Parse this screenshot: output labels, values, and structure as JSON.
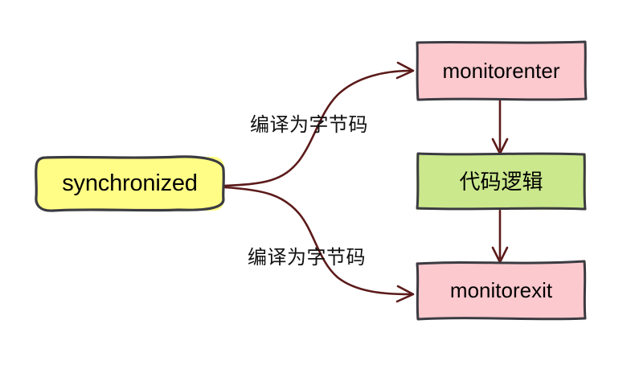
{
  "diagram": {
    "title_text": "",
    "background_color": "#ffffff",
    "stroke_color": "#5c1a1a",
    "border_color": "#3b3b42",
    "nodes": [
      {
        "id": "synchronized",
        "label": "synchronized",
        "shape": "rounded-rectangle",
        "fill": "#fffd86"
      },
      {
        "id": "monitorenter",
        "label": "monitorenter",
        "shape": "rectangle",
        "fill": "#fcc9ce"
      },
      {
        "id": "code-logic",
        "label": "代码逻辑",
        "shape": "rectangle",
        "fill": "#cbe88c"
      },
      {
        "id": "monitorexit",
        "label": "monitorexit",
        "shape": "rectangle",
        "fill": "#fcc9ce"
      }
    ],
    "edges": [
      {
        "from": "synchronized",
        "to": "monitorenter",
        "label": "编译为字节码",
        "style": "curved-arrow"
      },
      {
        "from": "synchronized",
        "to": "monitorexit",
        "label": "编译为字节码",
        "style": "curved-arrow"
      },
      {
        "from": "monitorenter",
        "to": "code-logic",
        "label": "",
        "style": "straight-arrow"
      },
      {
        "from": "code-logic",
        "to": "monitorexit",
        "label": "",
        "style": "straight-arrow"
      }
    ]
  }
}
